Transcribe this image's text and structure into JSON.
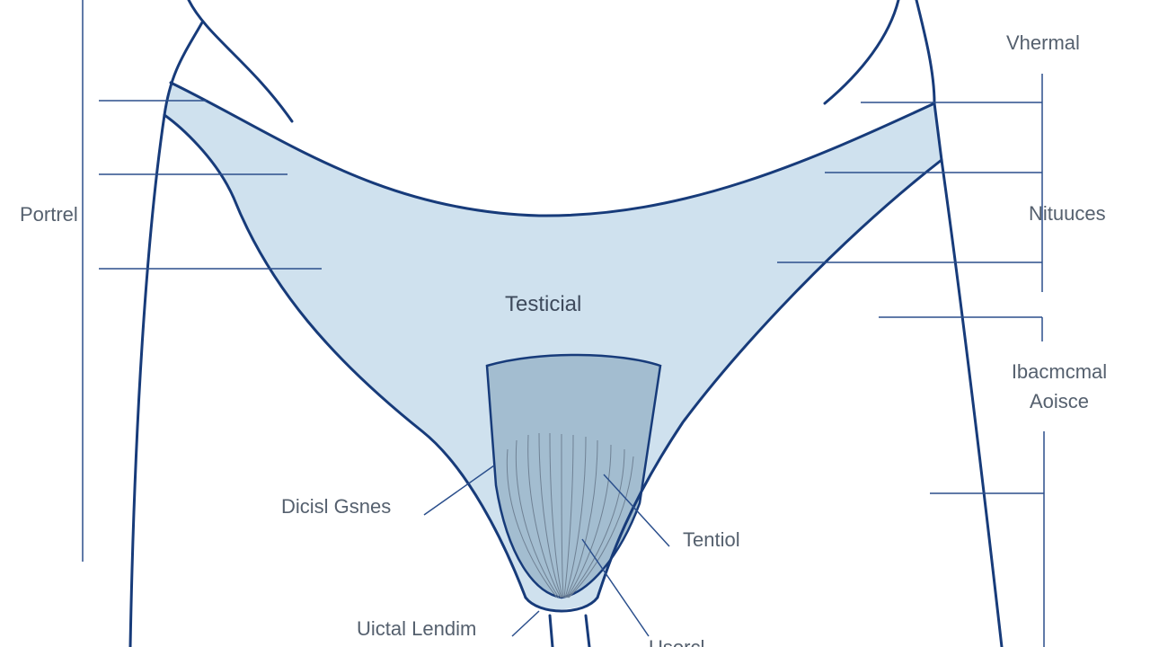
{
  "labels": {
    "left": "Portrel",
    "center": "Testicial",
    "top_right": "Vhermal",
    "mid_right": "Nituuces",
    "lower_right_line1": "Ibacmcmal",
    "lower_right_line2": "Aoisce",
    "left_lower": "Dicisl Gsnes",
    "right_lower": "Tentiol",
    "bottom": "Uictal Lendim",
    "bottom_cut": "Usorcl"
  },
  "colors": {
    "outline": "#173b7a",
    "fill_light": "#cfe1ee",
    "fill_dark": "#a3bdd0",
    "leader_line": "#2b4f8c",
    "label_text": "#55606e"
  }
}
